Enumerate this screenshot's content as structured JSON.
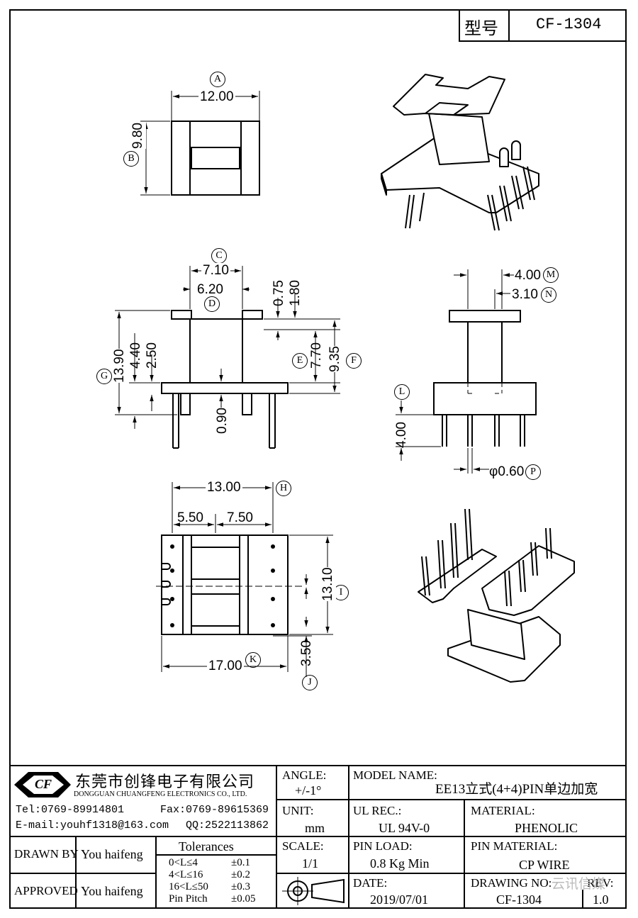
{
  "header": {
    "model_label": "型号",
    "model_value": "CF-1304"
  },
  "dimensions": {
    "A": {
      "letter": "A",
      "value": "12.00"
    },
    "B": {
      "letter": "B",
      "value": "9.80"
    },
    "C": {
      "letter": "C",
      "value": "7.10"
    },
    "D": {
      "letter": "D",
      "value": "6.20"
    },
    "E": {
      "letter": "E",
      "value": "7.70"
    },
    "F": {
      "letter": "F",
      "value": "9.35"
    },
    "G": {
      "letter": "G",
      "value": "13.90"
    },
    "H": {
      "letter": "H",
      "value": "13.00"
    },
    "I": {
      "letter": "I",
      "value": "13.10"
    },
    "J": {
      "letter": "J",
      "value": "3.50"
    },
    "K": {
      "letter": "K",
      "value": "17.00"
    },
    "L": {
      "letter": "L",
      "value": "4.00"
    },
    "M": {
      "letter": "M",
      "value": "4.00"
    },
    "N": {
      "letter": "N",
      "value": "3.10"
    },
    "P": {
      "letter": "P",
      "value": "φ0.60"
    }
  },
  "extra_dims": {
    "d075": "0.75",
    "d180": "1.80",
    "d440": "4.40",
    "d250": "2.50",
    "d090": "0.90",
    "d550": "5.50",
    "d750": "7.50"
  },
  "title_block": {
    "company_cn": "东莞市创锋电子有限公司",
    "company_en": "DONGGUAN CHUANGFENG ELECTRONICS CO., LTD.",
    "logo_text": "CF",
    "tel": "Tel:0769-89914801",
    "fax": "Fax:0769-89615369",
    "email": "E-mail:youhf1318@163.com",
    "qq": "QQ:2522113862",
    "angle_label": "ANGLE:",
    "angle_value": "+/-1°",
    "unit_label": "UNIT:",
    "unit_value": "mm",
    "scale_label": "SCALE:",
    "scale_value": "1/1",
    "model_name_label": "MODEL NAME:",
    "model_name_value": "EE13立式(4+4)PIN单边加宽",
    "ul_label": "UL REC.:",
    "ul_value": "UL 94V-0",
    "material_label": "MATERIAL:",
    "material_value": "PHENOLIC",
    "pin_load_label": "PIN LOAD:",
    "pin_load_value": "0.8 Kg Min",
    "pin_material_label": "PIN MATERIAL:",
    "pin_material_value": "CP WIRE",
    "date_label": "DATE:",
    "date_value": "2019/07/01",
    "drawing_no_label": "DRAWING NO:",
    "drawing_no_value": "CF-1304",
    "rev_label": "REV:",
    "rev_value": "1.0",
    "drawn_by_label": "DRAWN BY",
    "drawn_by_value": "You haifeng",
    "approved_label": "APPROVED",
    "approved_value": "You haifeng",
    "tolerances_title": "Tolerances",
    "tol_rows": [
      {
        "range": "0<L≤4",
        "tol": "±0.1"
      },
      {
        "range": "4<L≤16",
        "tol": "±0.2"
      },
      {
        "range": "16<L≤50",
        "tol": "±0.3"
      },
      {
        "range": "Pin Pitch",
        "tol": "±0.05"
      }
    ],
    "watermark": "云讯信媒"
  }
}
